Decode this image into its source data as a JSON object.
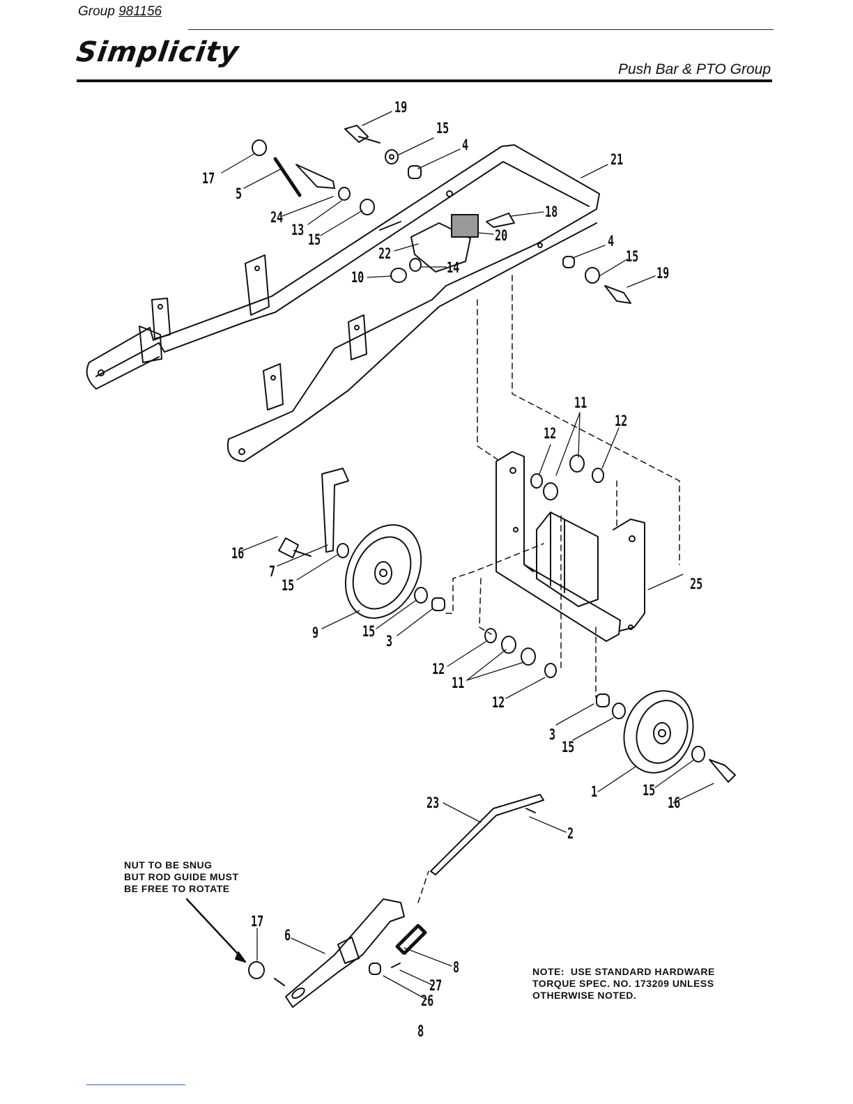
{
  "header": {
    "group_prefix": "Group",
    "group_number": "981156",
    "brand": "Simplicity",
    "section_title": "Push Bar & PTO Group"
  },
  "callouts": [
    "19",
    "15",
    "4",
    "21",
    "17",
    "5",
    "24",
    "13",
    "15",
    "18",
    "20",
    "22",
    "14",
    "10",
    "4",
    "15",
    "19",
    "11",
    "12",
    "12",
    "16",
    "7",
    "15",
    "9",
    "15",
    "3",
    "25",
    "12",
    "11",
    "12",
    "3",
    "15",
    "1",
    "15",
    "16",
    "23",
    "2",
    "17",
    "6",
    "8",
    "27",
    "26"
  ],
  "notes": {
    "rod_guide": "NUT TO BE SNUG\nBUT ROD GUIDE MUST\nBE FREE TO ROTATE",
    "hardware": "NOTE:  USE STANDARD HARDWARE\nTORQUE SPEC. NO. 173209 UNLESS\nOTHERWISE NOTED."
  },
  "page_number": "8"
}
